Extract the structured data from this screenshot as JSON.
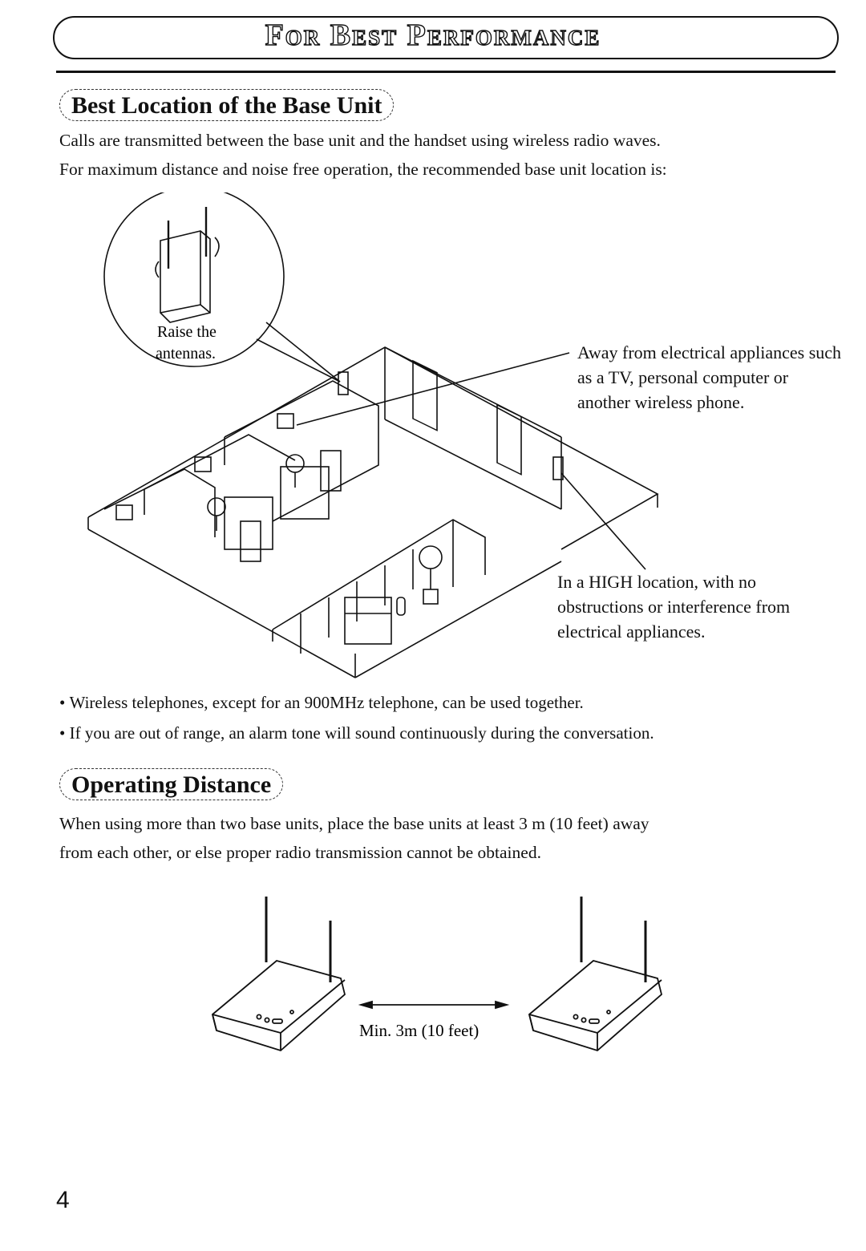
{
  "header": {
    "title": "For Best Performance"
  },
  "section1": {
    "heading": "Best Location of the Base Unit",
    "paragraph1": "Calls are transmitted between the base unit and the handset using wireless radio waves.",
    "paragraph2": "For maximum distance and noise free operation, the recommended base unit location is:",
    "inset_caption_line1": "Raise the",
    "inset_caption_line2": "antennas.",
    "callout_away": "Away from electrical appliances such as a TV, personal computer or another wireless phone.",
    "callout_high": "In a HIGH location, with no obstructions or interference from electrical appliances."
  },
  "bullets": [
    "Wireless telephones, except for an 900MHz telephone, can be used together.",
    "If you are out of range, an alarm tone will sound continuously during the conversation."
  ],
  "section2": {
    "heading": "Operating Distance",
    "paragraph1": "When using more than two base units, place the base units at least 3 m (10 feet) away",
    "paragraph2": "from each other, or else proper radio transmission cannot be obtained.",
    "distance_label": "Min. 3m (10 feet)"
  },
  "footer": {
    "page_number": "4"
  }
}
